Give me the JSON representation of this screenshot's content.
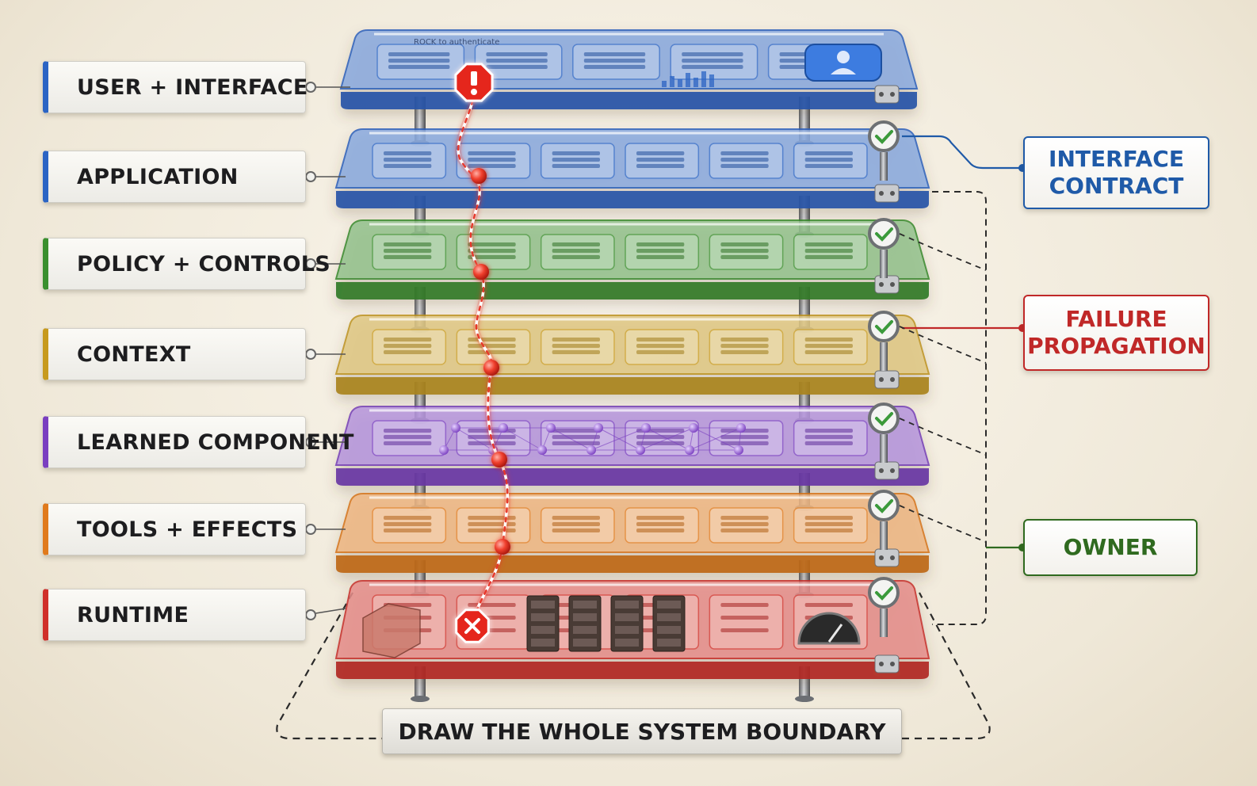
{
  "layers": [
    {
      "label": "USER + INTERFACE",
      "color": "#2b64c4"
    },
    {
      "label": "APPLICATION",
      "color": "#2b64c4"
    },
    {
      "label": "POLICY + CONTROLS",
      "color": "#3a8f2e"
    },
    {
      "label": "CONTEXT",
      "color": "#c79a1e"
    },
    {
      "label": "LEARNED COMPONENT",
      "color": "#7a3fc0"
    },
    {
      "label": "TOOLS + EFFECTS",
      "color": "#e07a1c"
    },
    {
      "label": "RUNTIME",
      "color": "#d0302a"
    }
  ],
  "callouts": {
    "interface_contract": {
      "line1": "INTERFACE",
      "line2": "CONTRACT",
      "color": "#1f5aa8"
    },
    "failure_propagation": {
      "line1": "FAILURE",
      "line2": "PROPAGATION",
      "color": "#c02828"
    },
    "owner": {
      "line1": "OWNER",
      "color": "#2f6a1f"
    }
  },
  "boundary": {
    "label": "DRAW THE WHOLE SYSTEM BOUNDARY"
  },
  "user_interface_panel": {
    "search_text": "ROCK to authenticate"
  },
  "icons": {
    "alert": "warning-octagon-icon",
    "failure_end": "error-x-icon",
    "check": "check-circle-icon",
    "user": "user-avatar-icon"
  },
  "accent_colors": {
    "failure_path": "#e8362a",
    "check": "#3a9a3a"
  }
}
